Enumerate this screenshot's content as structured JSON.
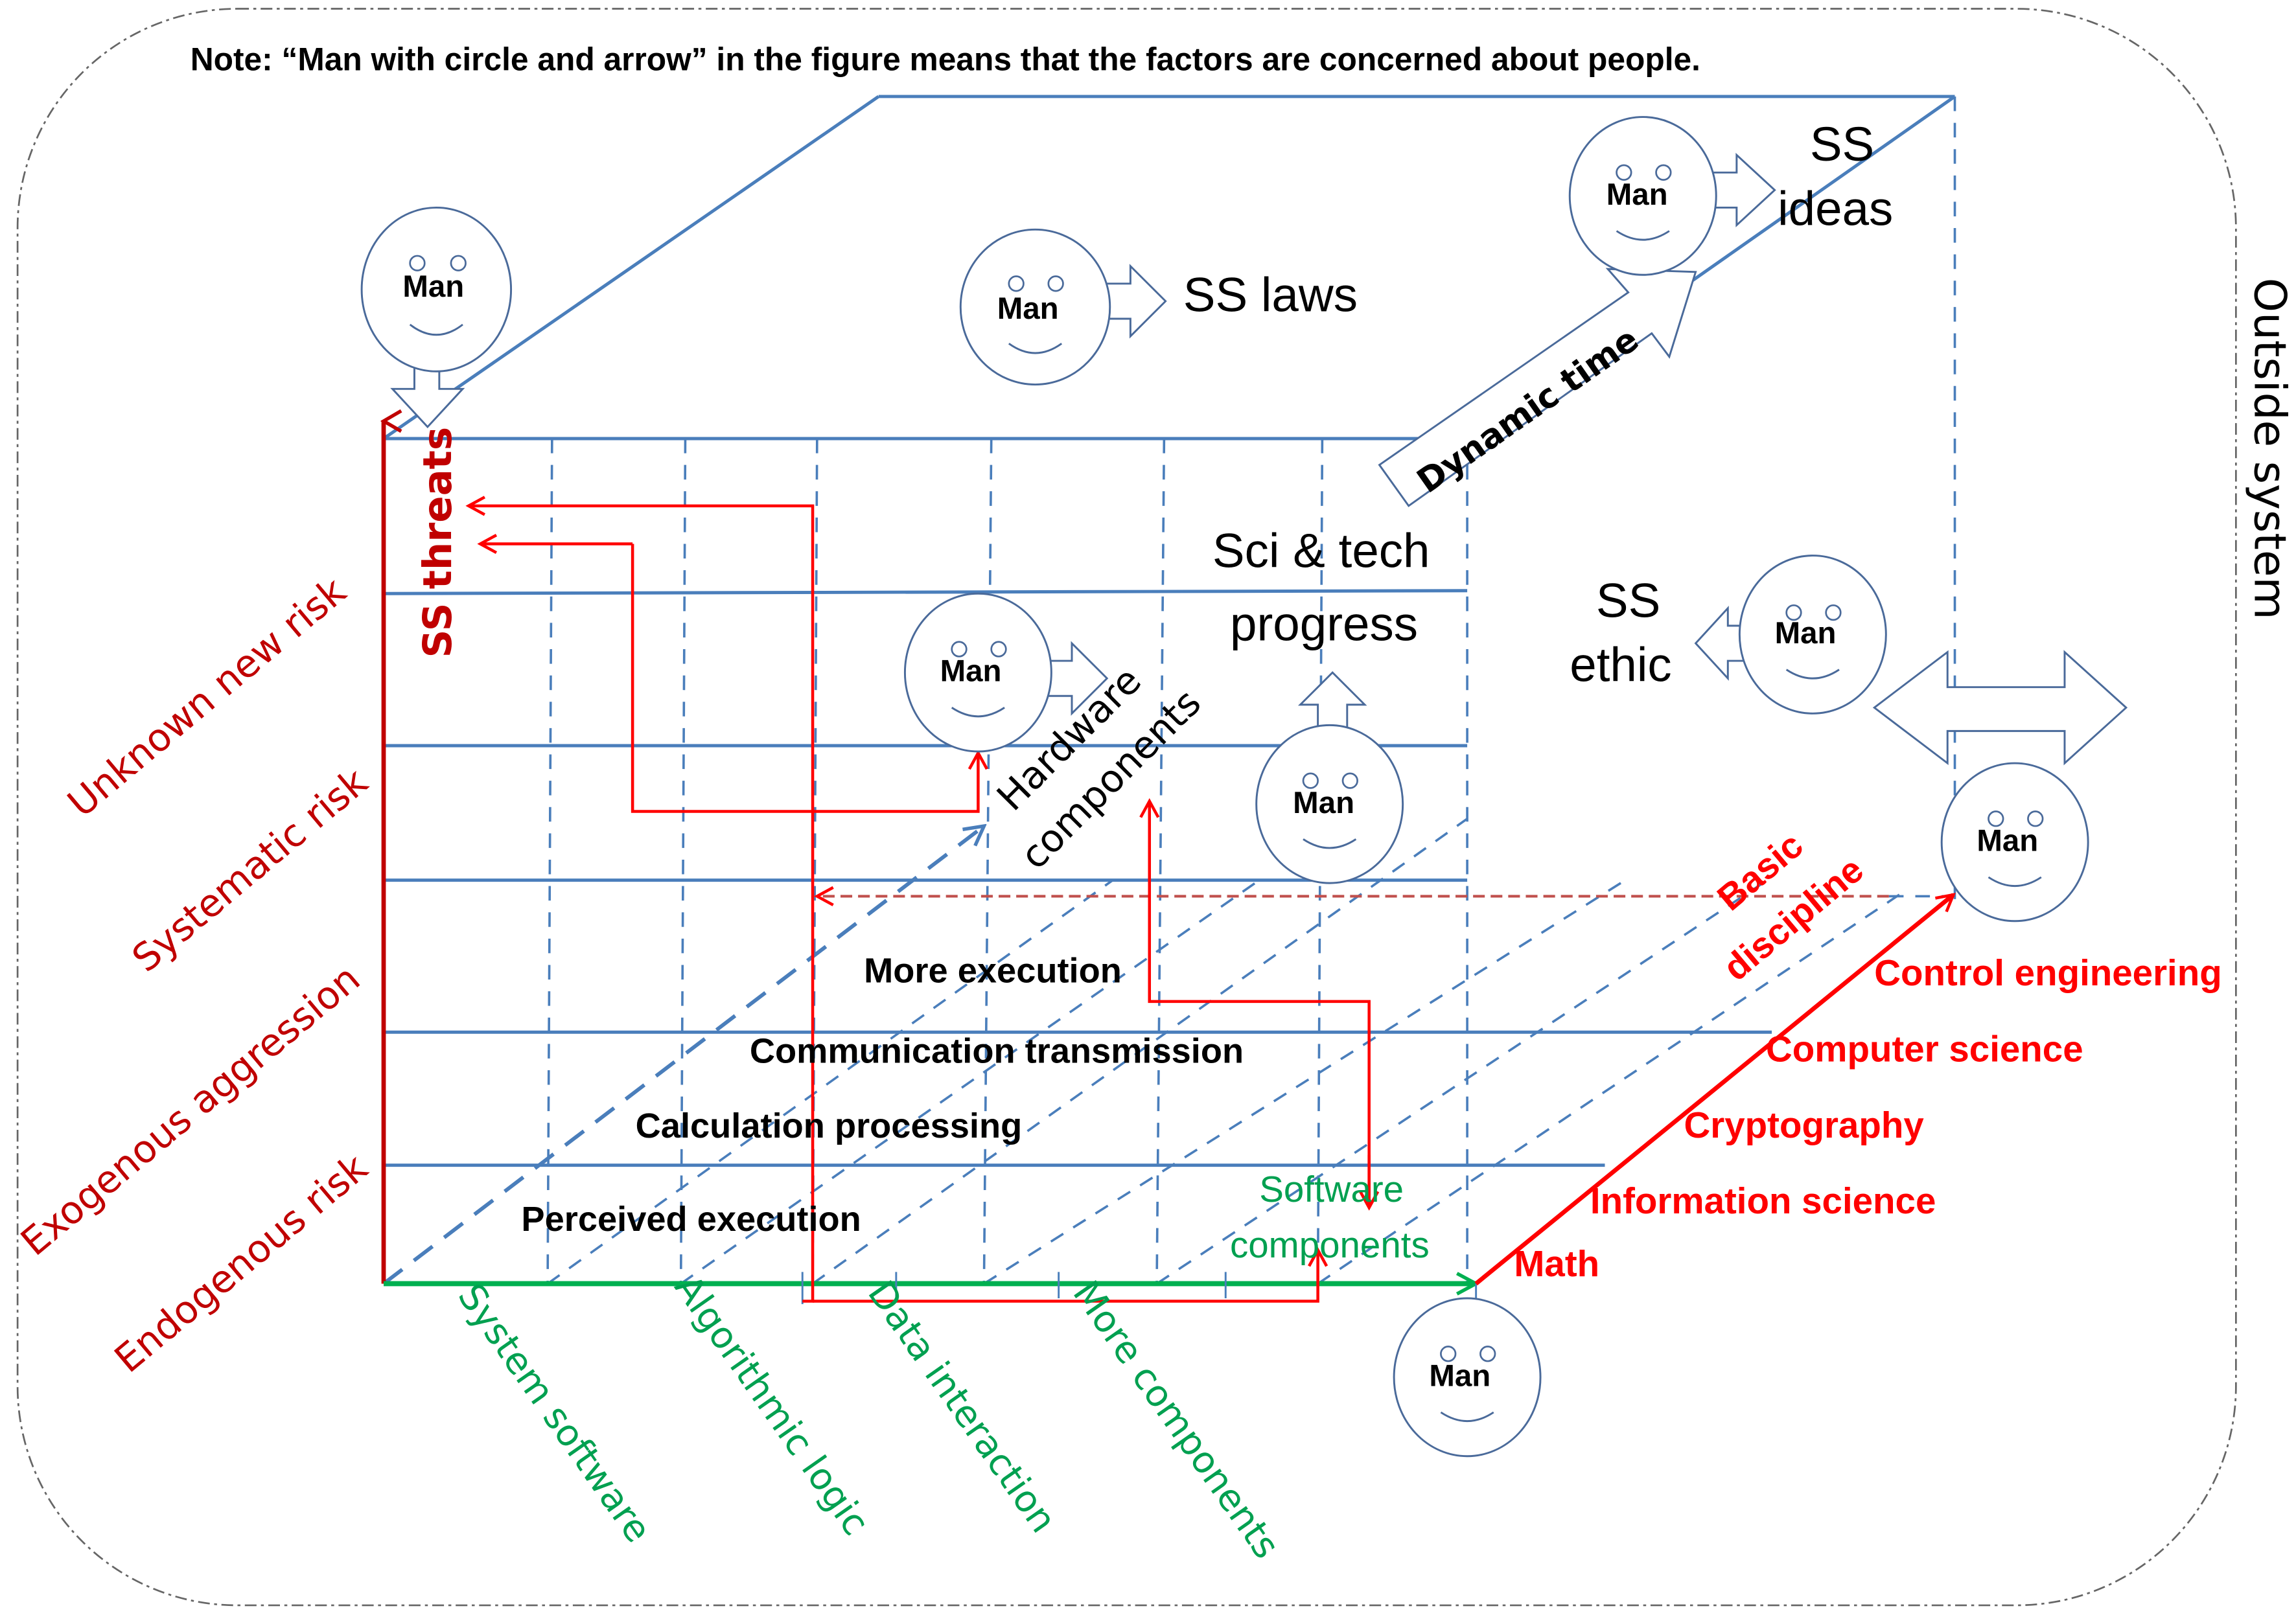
{
  "note": "Note: “Man with circle and arrow” in the figure means that the factors are concerned about  people.",
  "man_label": "Man",
  "outside_system": "Outside system",
  "top_labels": {
    "ss_laws": "SS laws",
    "ss_ideas_line1": "SS",
    "ss_ideas_line2": "ideas",
    "ss_ethic_line1": "SS",
    "ss_ethic_line2": "ethic",
    "sci_tech_line1": "Sci & tech",
    "sci_tech_line2": "progress",
    "dynamic_time": "Dynamic time"
  },
  "vertical_axis": {
    "title": "SS threats",
    "risks": [
      "Unknown new risk",
      "Systematic risk",
      "Exogenous aggression",
      "Endogenous risk"
    ]
  },
  "layers": [
    "More execution",
    "Communication transmission",
    "Calculation processing",
    "Perceived execution"
  ],
  "hardware_label_line1": "Hardware",
  "hardware_label_line2": "components",
  "software_axis": {
    "title_line1": "Software",
    "title_line2": "components",
    "items": [
      "System software",
      "Algorithmic logic",
      "Data interaction",
      "More components"
    ]
  },
  "discipline_axis": {
    "title_line1": "Basic",
    "title_line2": "discipline",
    "items": [
      "Math",
      "Information science",
      "Cryptography",
      "Computer science",
      "Control engineering"
    ]
  },
  "colors": {
    "grid_blue": "#4a7ebb",
    "risk_red": "#c00000",
    "arrow_red": "#ff0000",
    "software_green": "#00a050"
  }
}
